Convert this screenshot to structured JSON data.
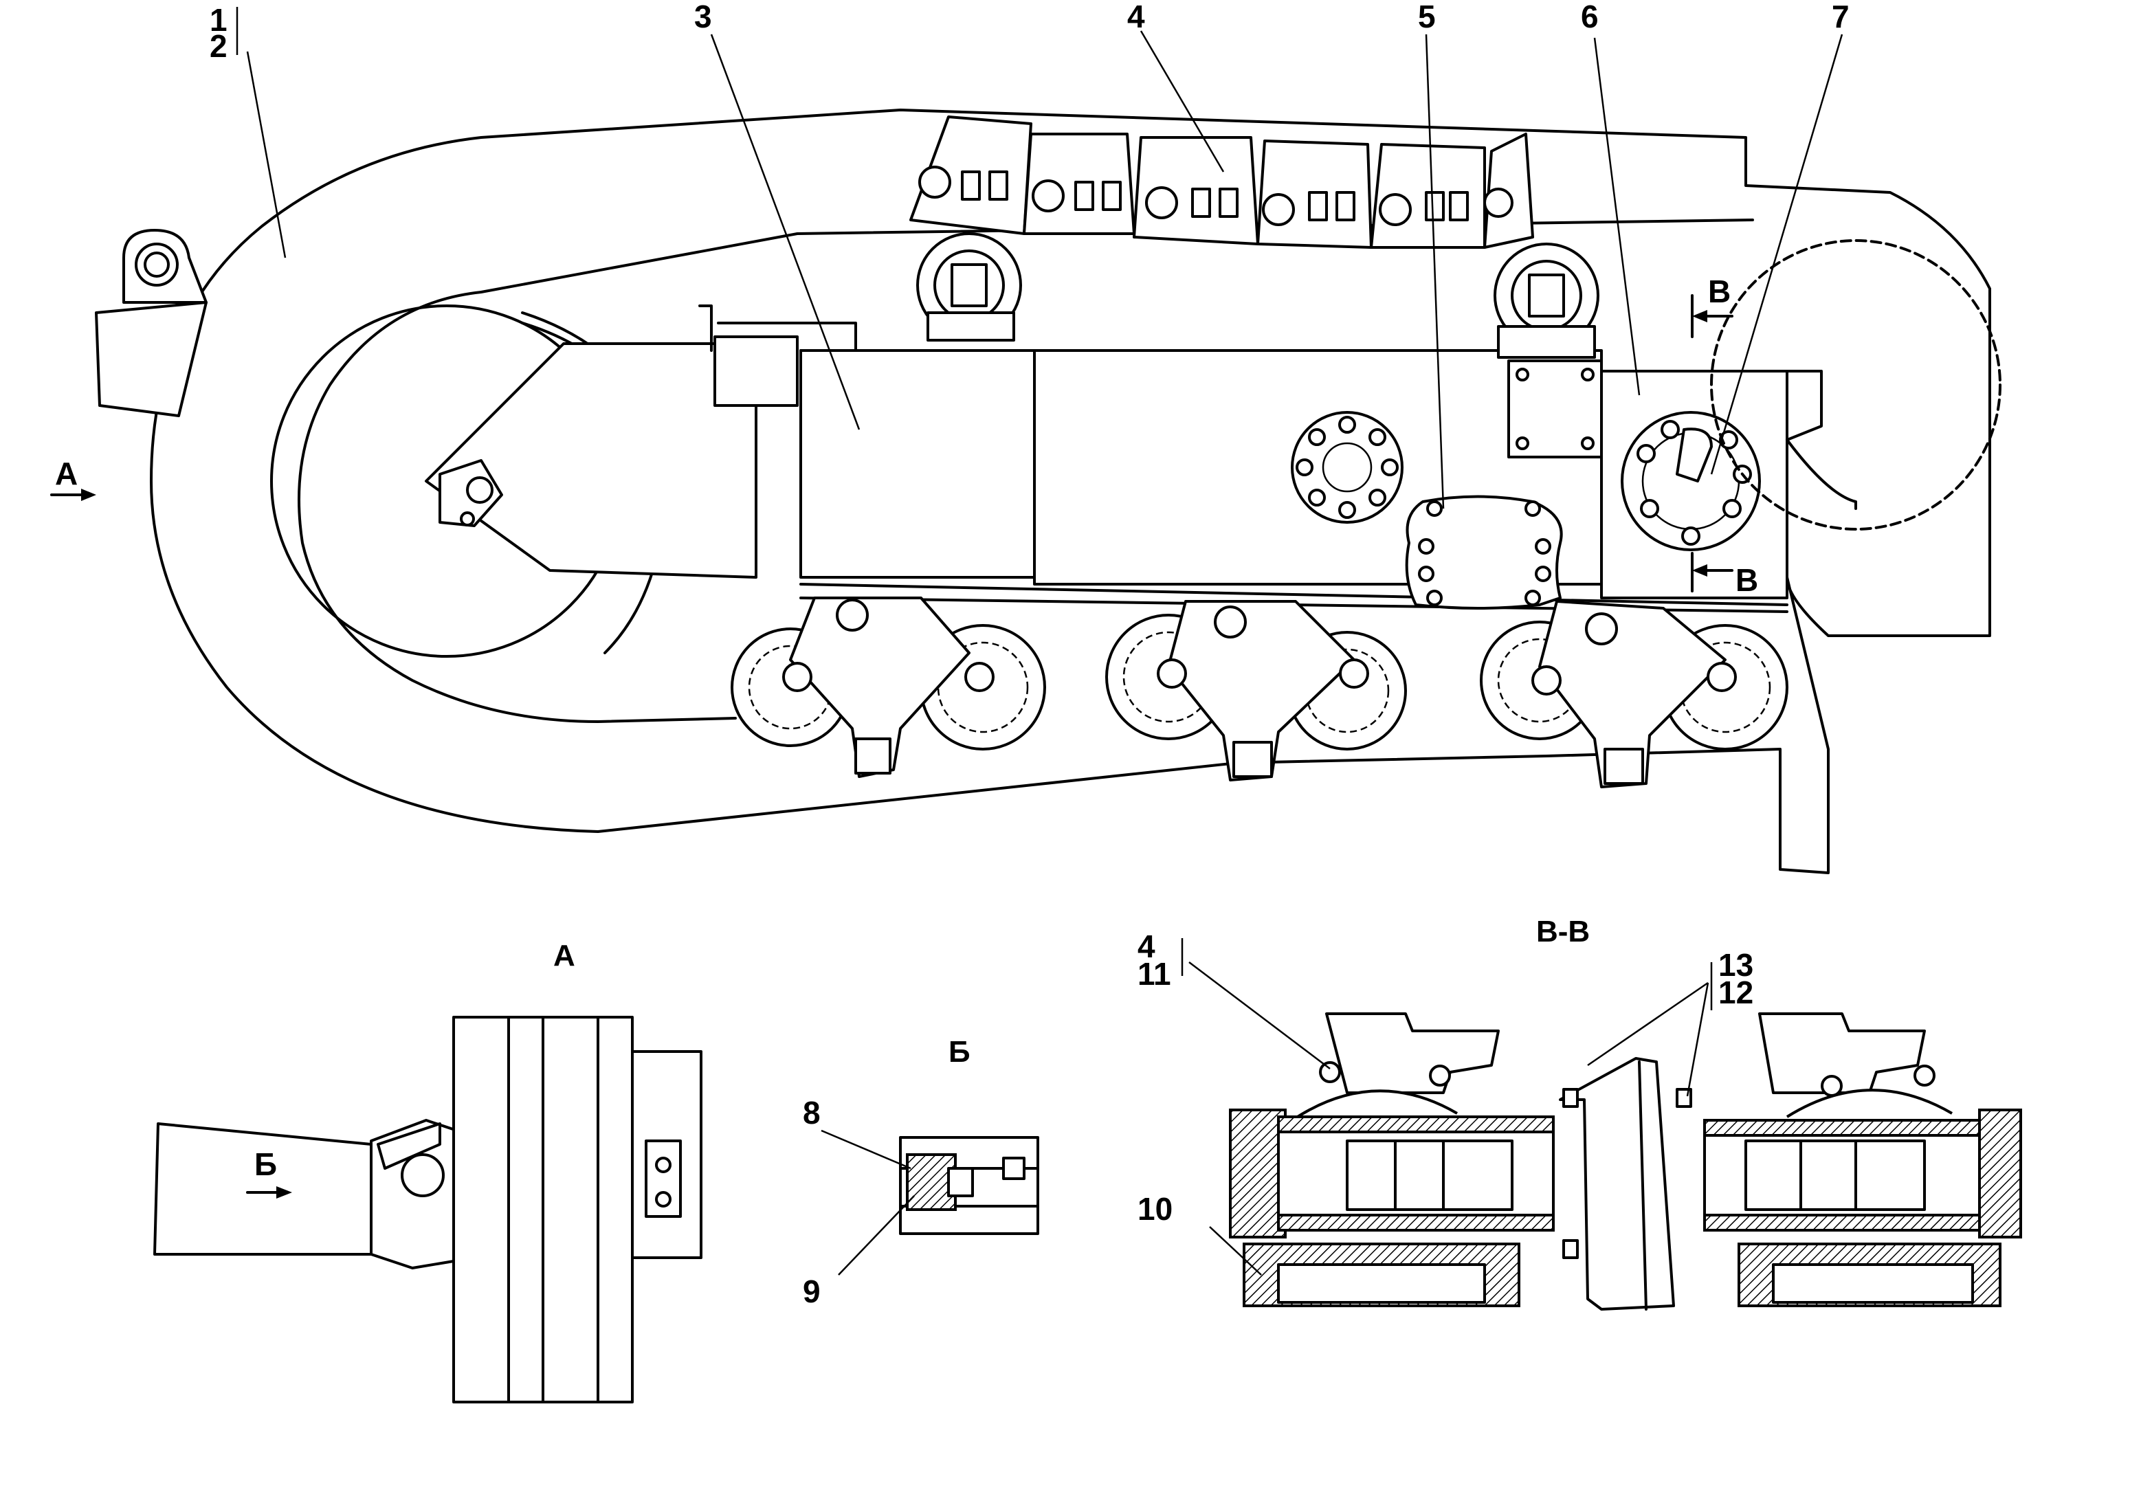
{
  "callouts": {
    "c1": "1",
    "c2": "2",
    "c3": "3",
    "c4": "4",
    "c5": "5",
    "c6": "6",
    "c7": "7",
    "c8": "8",
    "c9": "9",
    "c10": "10",
    "c4b": "4",
    "c11": "11",
    "c12": "12",
    "c13": "13"
  },
  "section_marks": {
    "arrow_a": "А",
    "arrow_b": "Б",
    "arrow_v_top": "В",
    "arrow_v_bottom": "В"
  },
  "views": {
    "view_a": "А",
    "view_b": "Б",
    "section_vv": "В-В"
  }
}
